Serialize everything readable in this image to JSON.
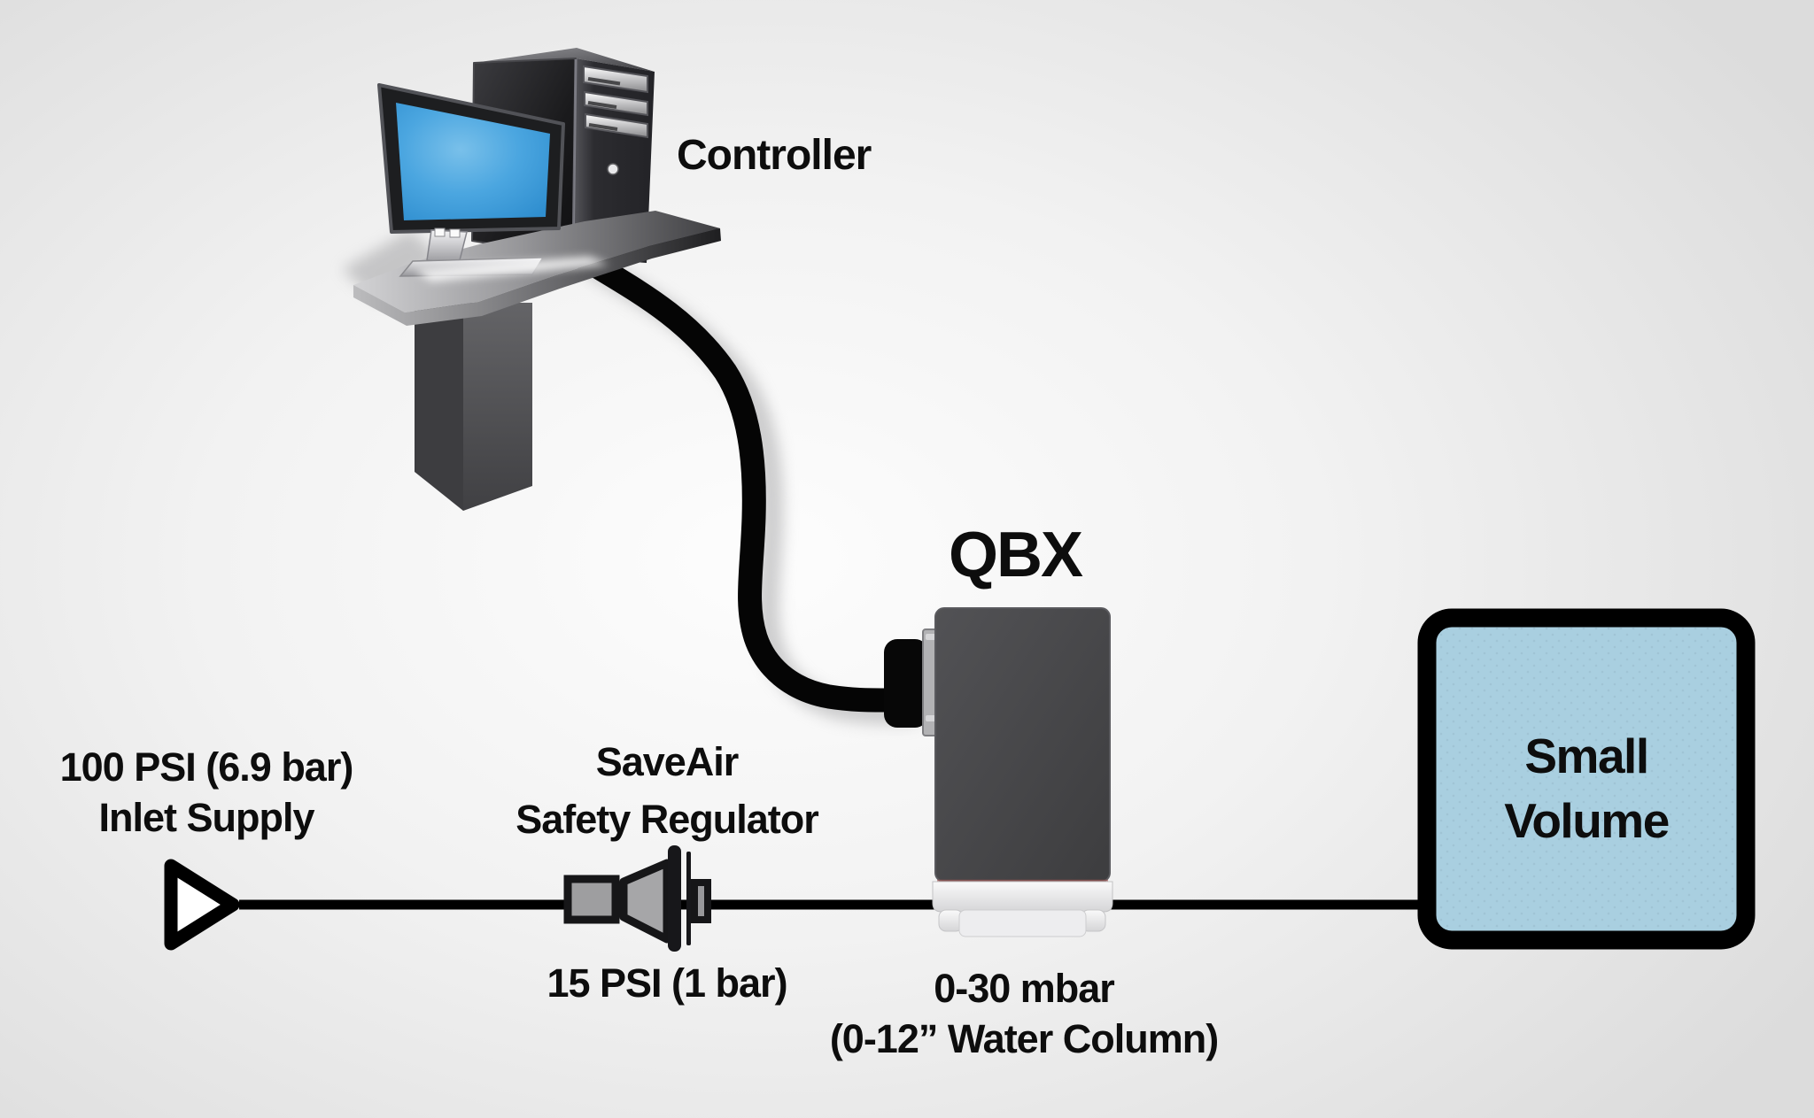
{
  "diagram": {
    "controller_label": "Controller",
    "qbx_label": "QBX",
    "inlet": {
      "line1": "100 PSI (6.9 bar)",
      "line2": "Inlet Supply"
    },
    "regulator": {
      "line1": "SaveAir",
      "line2": "Safety Regulator",
      "output": "15 PSI (1 bar)"
    },
    "qbx_output": {
      "line1": "0-30 mbar",
      "line2": "(0-12” Water Column)"
    },
    "small_volume": {
      "line1": "Small",
      "line2": "Volume"
    }
  },
  "colors": {
    "text_black": "#0d0d0d",
    "line_black": "#000000",
    "blue_box": "#a9cfe0",
    "qbx_body": "#454547",
    "screen_blue": "#48a3dc",
    "metal_gray": "#9e9e9e"
  }
}
